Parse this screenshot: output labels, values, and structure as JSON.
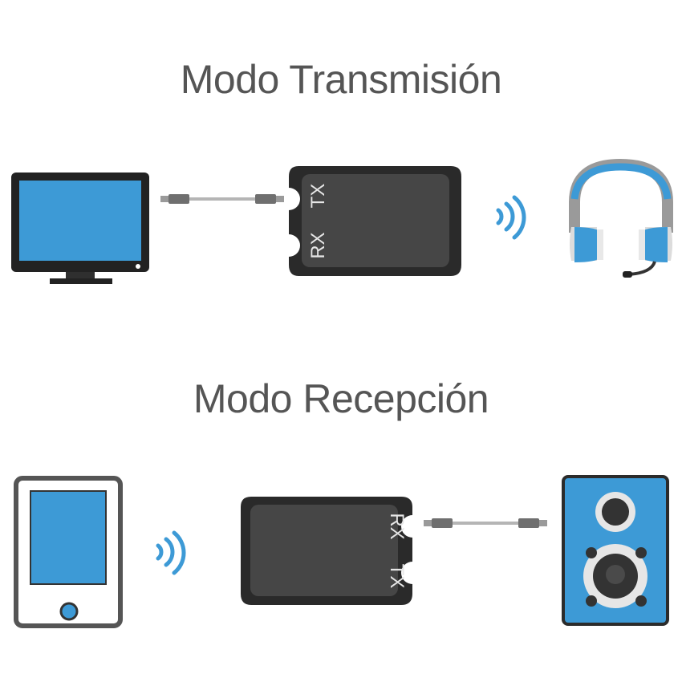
{
  "transmission": {
    "title": "Modo Transmisión",
    "device_labels": {
      "top": "TX",
      "bottom": "RX"
    }
  },
  "reception": {
    "title": "Modo Recepción",
    "device_labels": {
      "top": "RX",
      "bottom": "TX"
    }
  },
  "colors": {
    "accent_blue": "#3d9ad6",
    "device_body": "#2a2a2a",
    "device_face": "#464646",
    "outline": "#222222",
    "title_gray": "#555555",
    "cable_gray": "#b5b5b5"
  },
  "icons": [
    "monitor-icon",
    "audio-cable-icon",
    "bluetooth-adapter-icon",
    "wireless-signal-icon",
    "headphones-icon",
    "tablet-icon",
    "speaker-icon"
  ]
}
